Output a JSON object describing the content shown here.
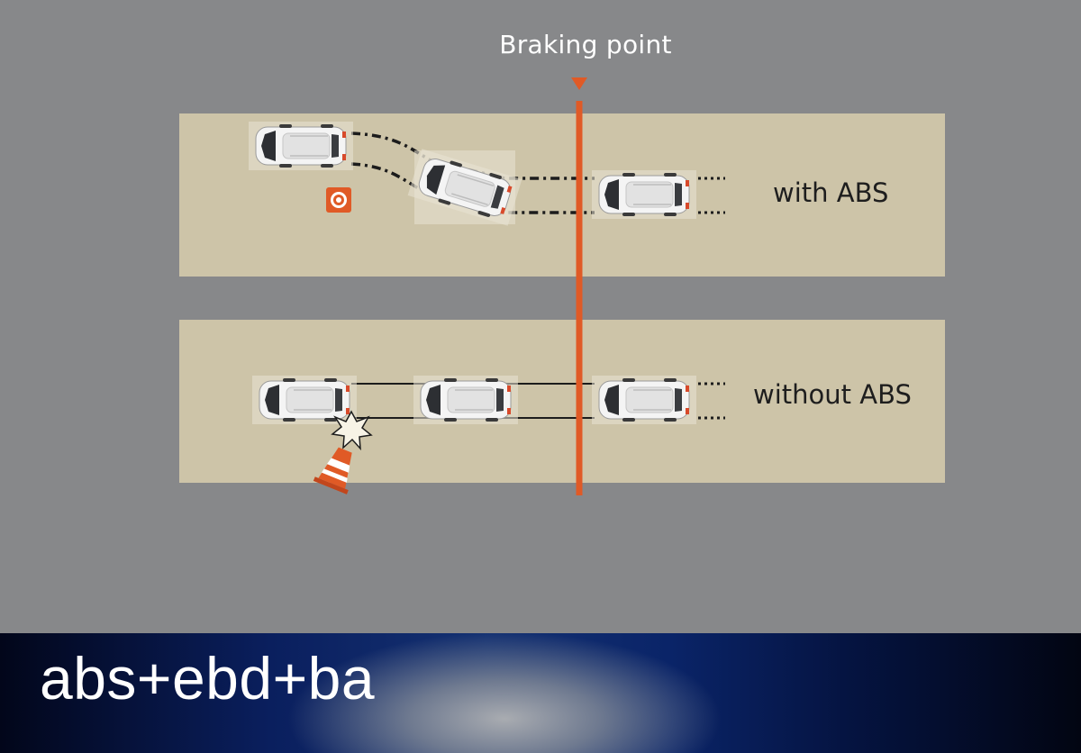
{
  "diagram": {
    "braking_point_label": "Braking point",
    "lanes": [
      {
        "label": "with ABS"
      },
      {
        "label": "without ABS"
      }
    ]
  },
  "banner": {
    "title": "abs+ebd+ba"
  },
  "colors": {
    "background": "#87888a",
    "lane": "#cdc4a8",
    "accent": "#e05a26",
    "car_body": "#eeeeee"
  }
}
